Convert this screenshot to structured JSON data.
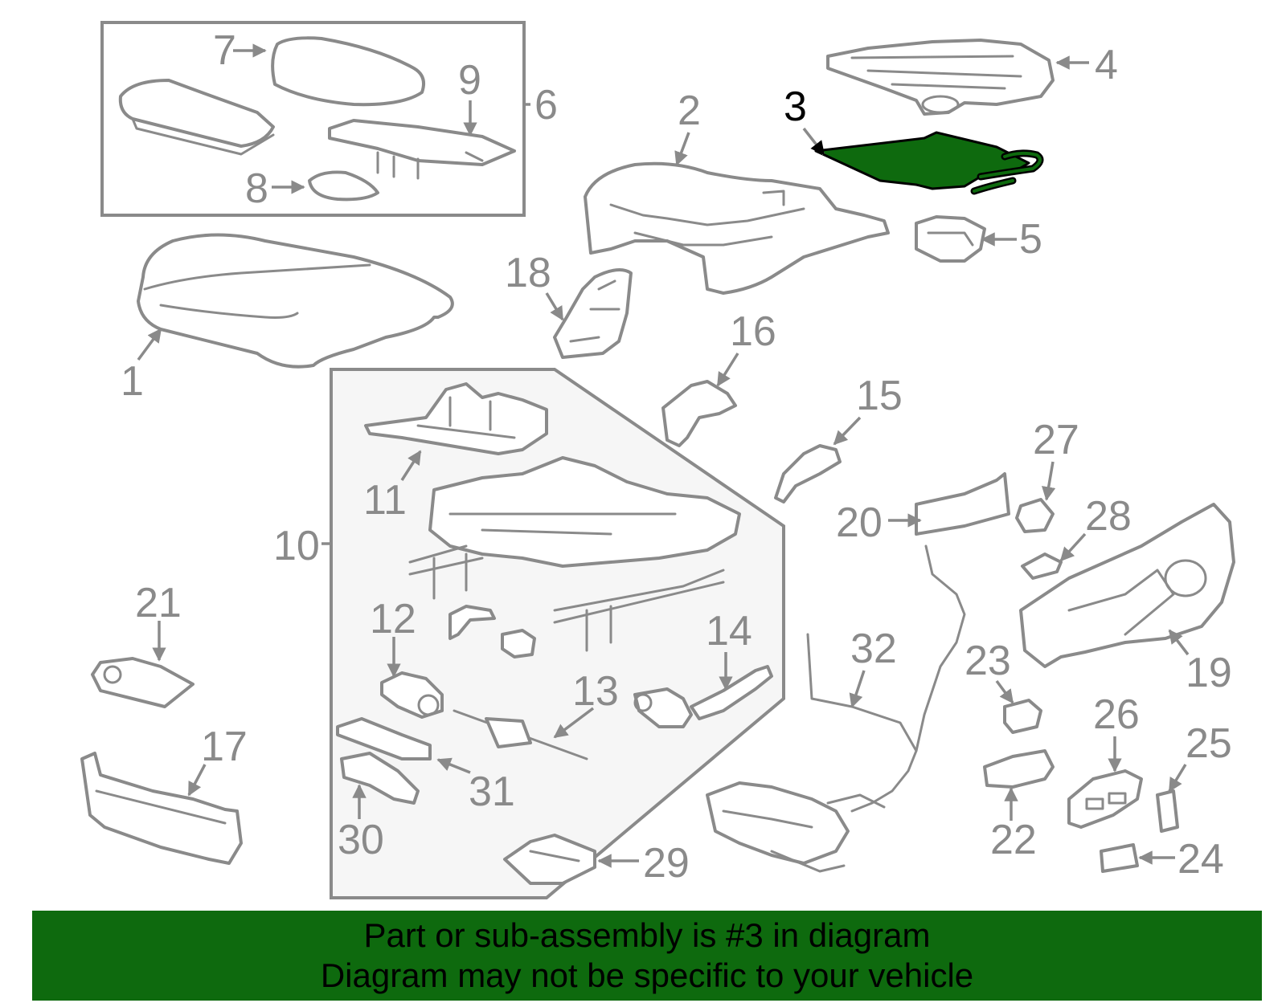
{
  "labels": {
    "l1": "1",
    "l2": "2",
    "l3": "3",
    "l4": "4",
    "l5": "5",
    "l6": "6",
    "l7": "7",
    "l8": "8",
    "l9": "9",
    "l10": "10",
    "l11": "11",
    "l12": "12",
    "l13": "13",
    "l14": "14",
    "l15": "15",
    "l16": "16",
    "l17": "17",
    "l18": "18",
    "l19": "19",
    "l20": "20",
    "l21": "21",
    "l22": "22",
    "l23": "23",
    "l24": "24",
    "l25": "25",
    "l26": "26",
    "l27": "27",
    "l28": "28",
    "l29": "29",
    "l30": "30",
    "l31": "31",
    "l32": "32"
  },
  "highlighted_part": "3",
  "colors": {
    "highlight": "#0e6a0e",
    "line": "#8a8a8a"
  },
  "footer": {
    "line1": "Part or sub-assembly is #3 in diagram",
    "line2": "Diagram may not be specific to your vehicle"
  }
}
